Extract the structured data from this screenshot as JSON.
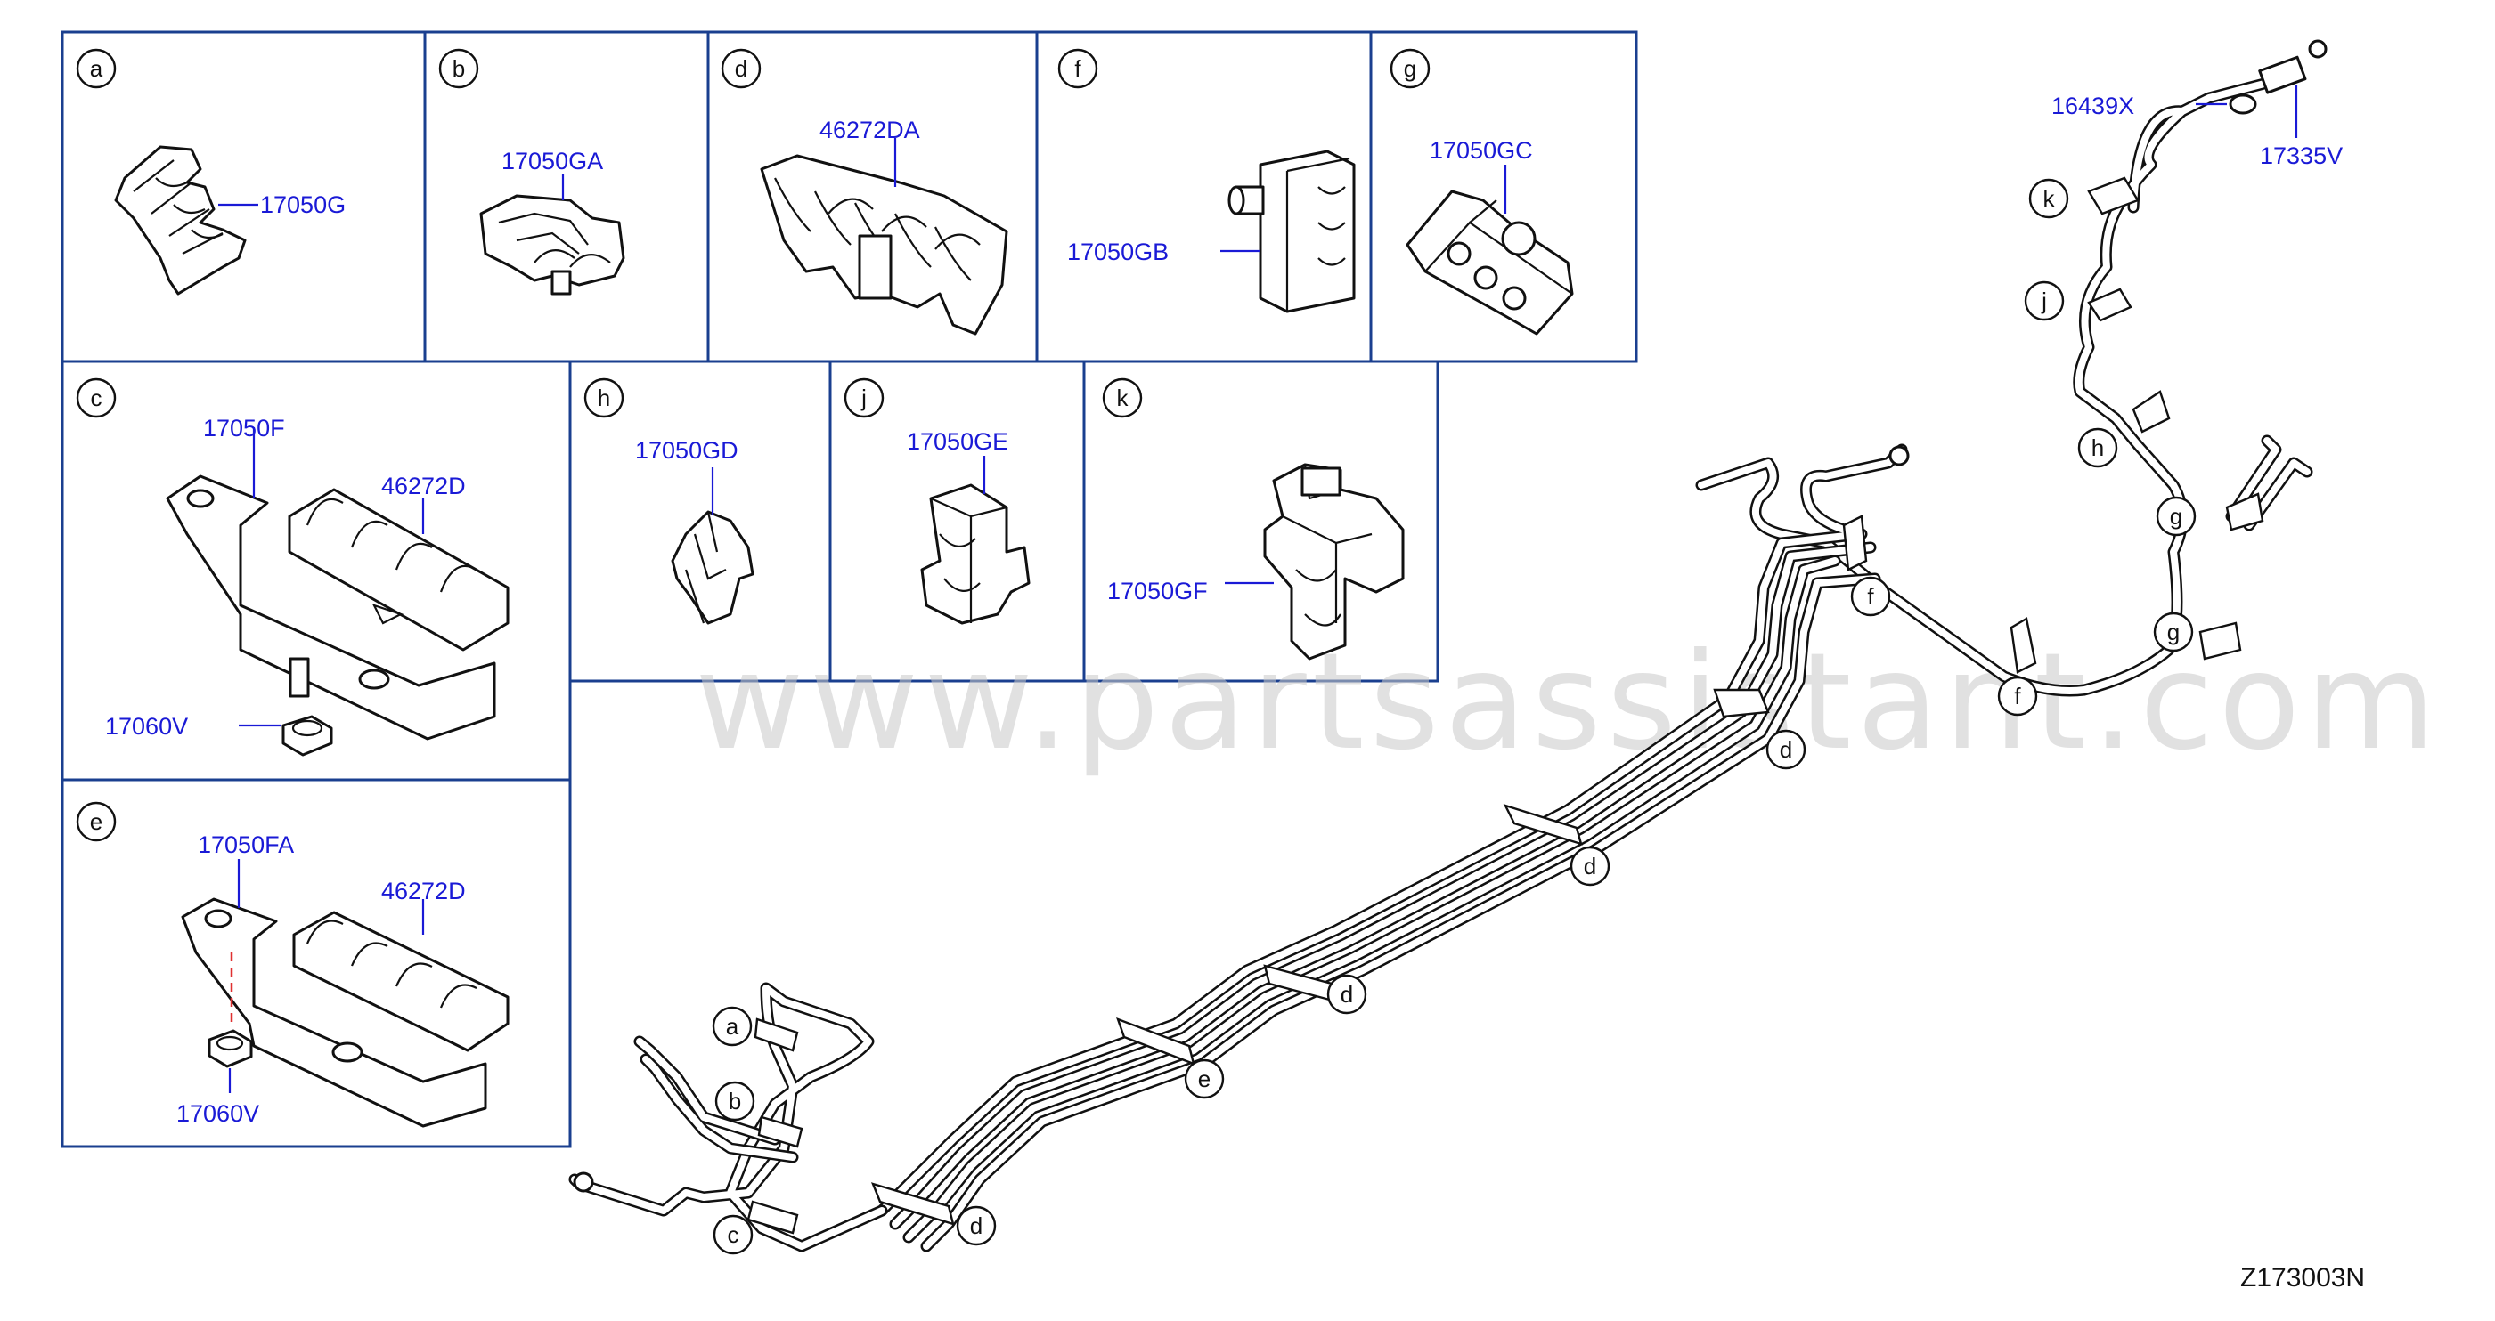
{
  "watermark": "www.partsassistant.com",
  "diagram_code": "Z173003N",
  "panels": [
    {
      "key": "a",
      "letter": "a",
      "parts": [
        "17050G"
      ]
    },
    {
      "key": "b",
      "letter": "b",
      "parts": [
        "17050GA"
      ]
    },
    {
      "key": "d",
      "letter": "d",
      "parts": [
        "46272DA"
      ]
    },
    {
      "key": "f",
      "letter": "f",
      "parts": [
        "17050GB"
      ]
    },
    {
      "key": "g",
      "letter": "g",
      "parts": [
        "17050GC"
      ]
    },
    {
      "key": "c",
      "letter": "c",
      "parts": [
        "17050F",
        "46272D",
        "17060V"
      ]
    },
    {
      "key": "h",
      "letter": "h",
      "parts": [
        "17050GD"
      ]
    },
    {
      "key": "j",
      "letter": "j",
      "parts": [
        "17050GE"
      ]
    },
    {
      "key": "k",
      "letter": "k",
      "parts": [
        "17050GF"
      ]
    },
    {
      "key": "e",
      "letter": "e",
      "parts": [
        "17050FA",
        "46272D",
        "17060V"
      ]
    }
  ],
  "main_assembly": {
    "parts": [
      "16439X",
      "17335V"
    ],
    "callouts": [
      "k",
      "j",
      "h",
      "g",
      "g",
      "f",
      "f",
      "d",
      "d",
      "d",
      "e",
      "a",
      "b",
      "c",
      "d"
    ]
  },
  "colors": {
    "frame": "#1a3f8f",
    "part_number_text": "#1a1ad6",
    "line_art": "#111111",
    "watermark": "#c9c9c9",
    "dashed_leader": "#e03030"
  }
}
